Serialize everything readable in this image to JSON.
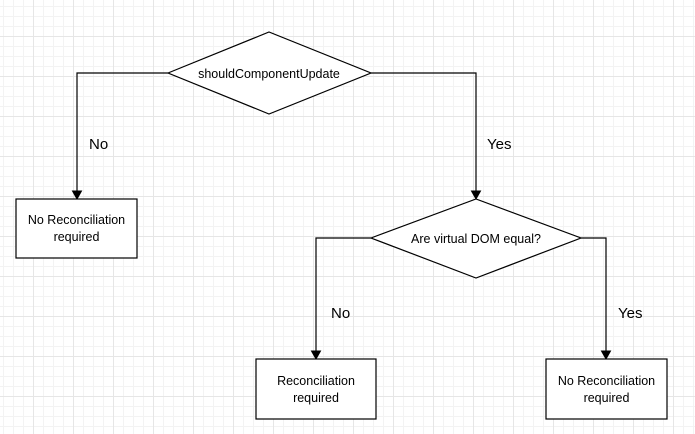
{
  "diagram": {
    "nodes": {
      "should_update": {
        "shape": "diamond",
        "lines": [
          "shouldComponentUpdate"
        ]
      },
      "no_recon_left": {
        "shape": "rect",
        "lines": [
          "No Reconciliation",
          "required"
        ]
      },
      "vdom_equal": {
        "shape": "diamond",
        "lines": [
          "Are virtual DOM equal?"
        ]
      },
      "recon_required": {
        "shape": "rect",
        "lines": [
          "Reconciliation",
          "required"
        ]
      },
      "no_recon_right": {
        "shape": "rect",
        "lines": [
          "No Reconciliation",
          "required"
        ]
      }
    },
    "edges": {
      "should_no": {
        "from": "should_update",
        "to": "no_recon_left",
        "label": "No"
      },
      "should_yes": {
        "from": "should_update",
        "to": "vdom_equal",
        "label": "Yes"
      },
      "vdom_no": {
        "from": "vdom_equal",
        "to": "recon_required",
        "label": "No"
      },
      "vdom_yes": {
        "from": "vdom_equal",
        "to": "no_recon_right",
        "label": "Yes"
      }
    },
    "colors": {
      "stroke": "#000000",
      "fill": "#ffffff",
      "grid": "#e6e6e6"
    }
  }
}
